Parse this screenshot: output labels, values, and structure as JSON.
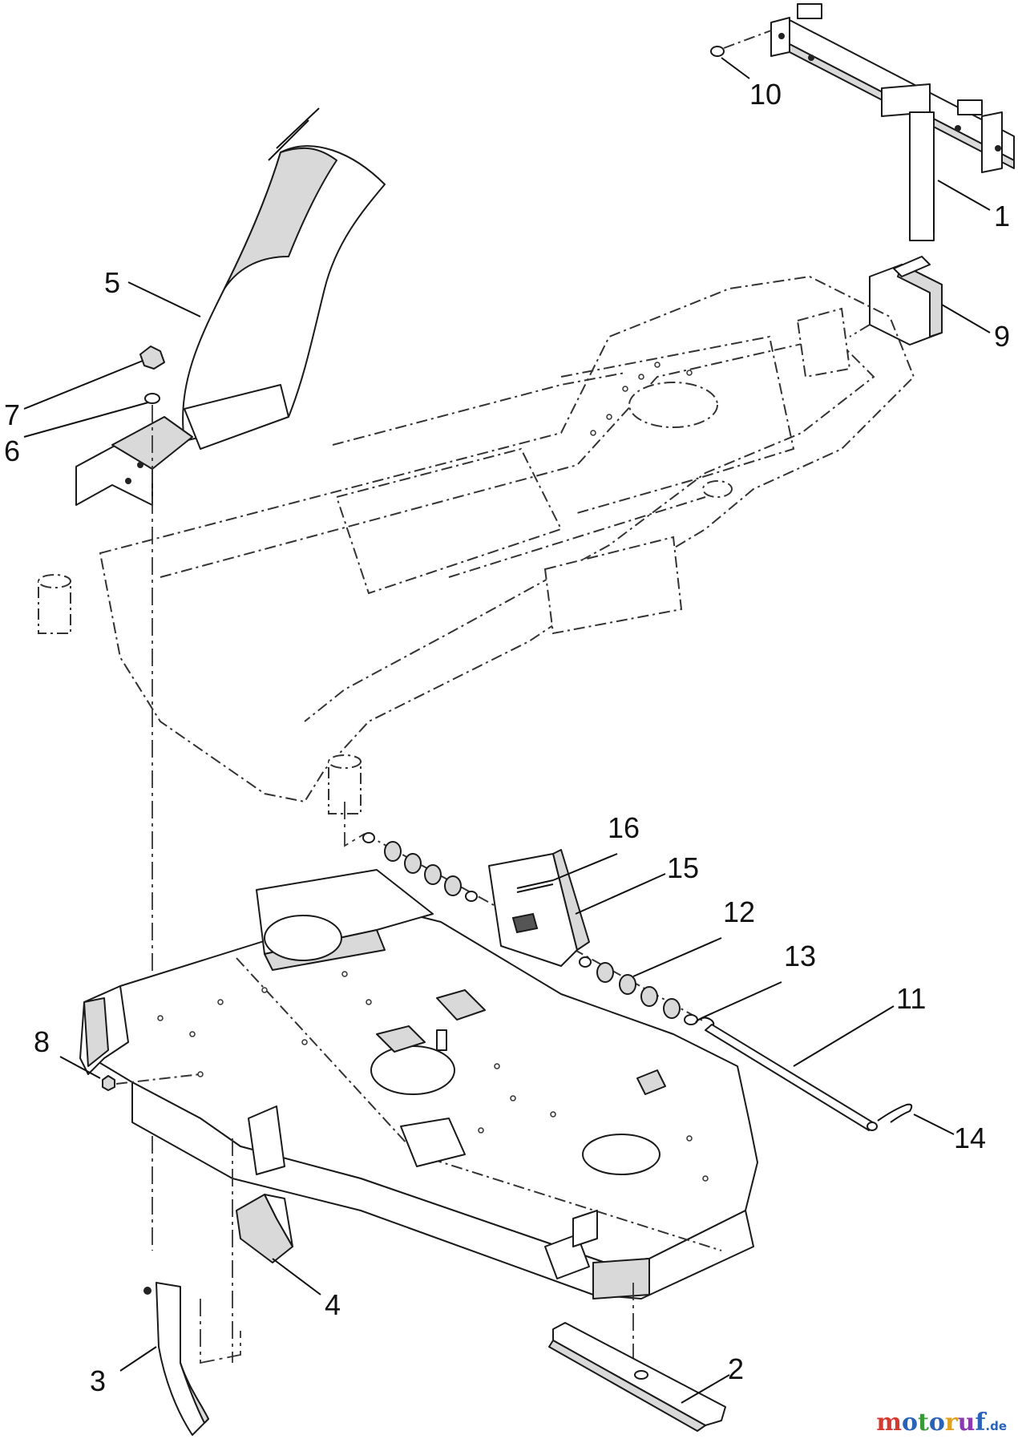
{
  "callouts": [
    "1",
    "2",
    "3",
    "4",
    "5",
    "6",
    "7",
    "8",
    "9",
    "10",
    "11",
    "12",
    "13",
    "14",
    "15",
    "16"
  ],
  "watermark": {
    "letters": [
      "m",
      "o",
      "t",
      "o",
      "r",
      "u",
      "f"
    ],
    "suffix": ".de"
  }
}
